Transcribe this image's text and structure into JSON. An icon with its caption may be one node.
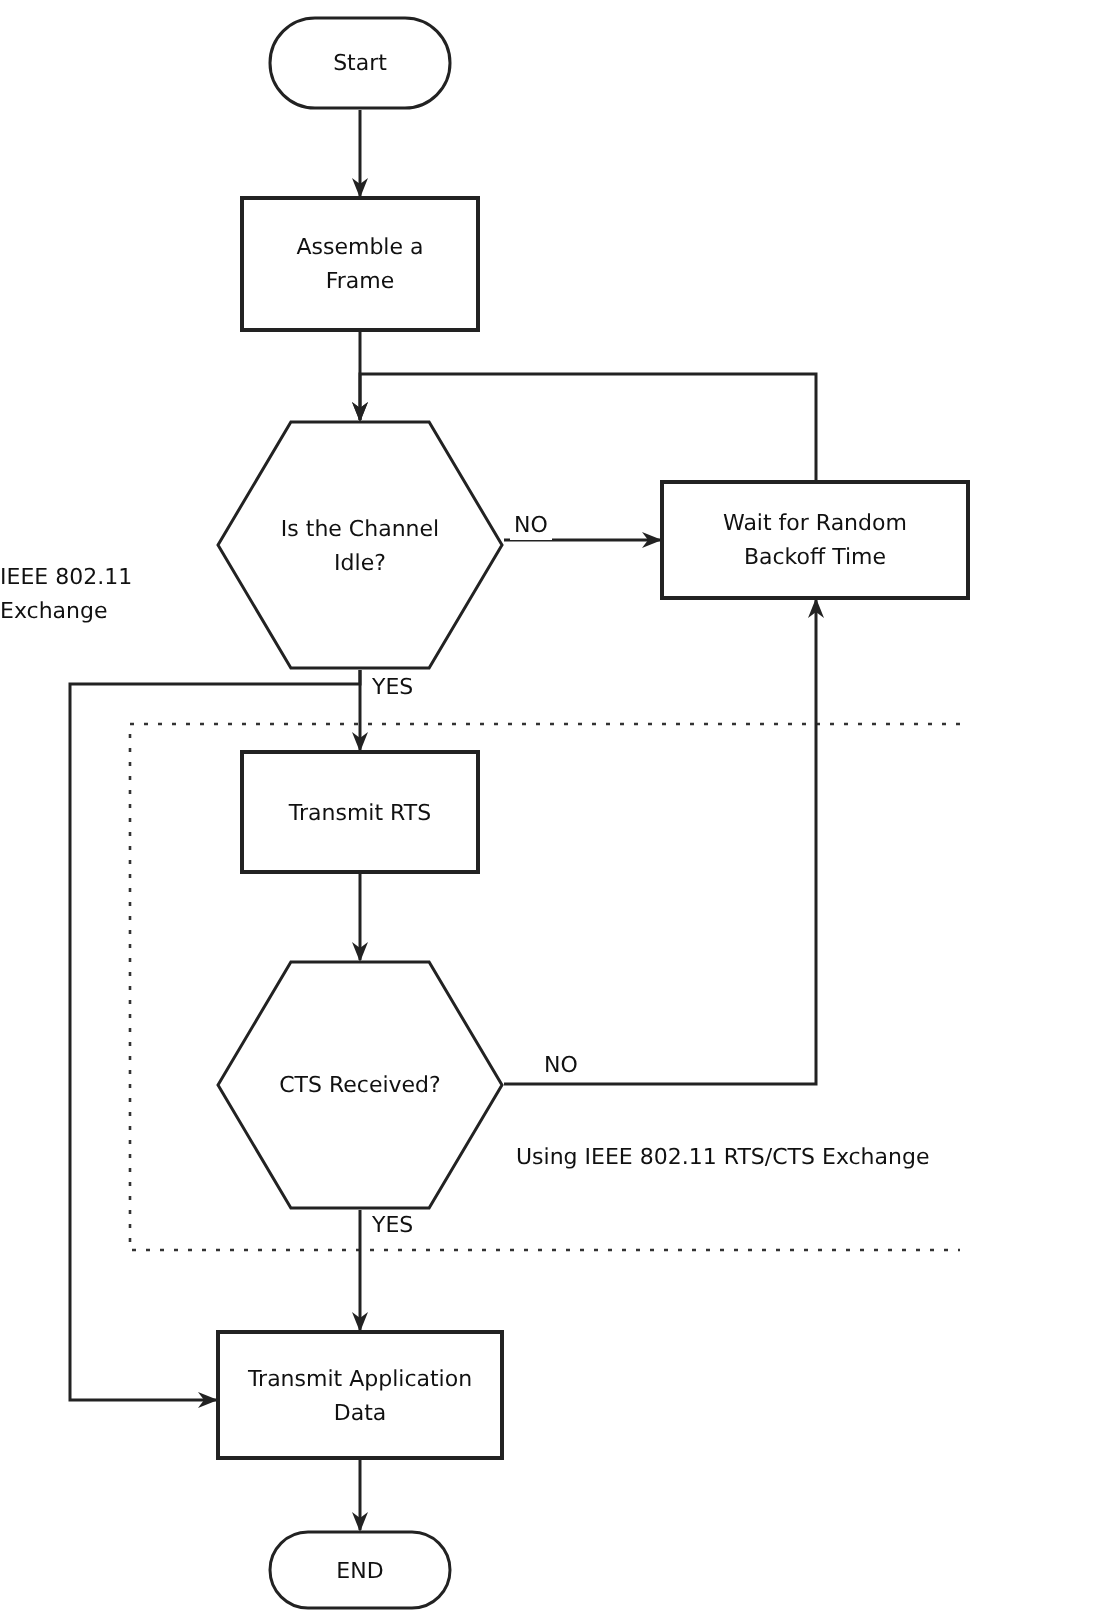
{
  "diagram": {
    "nodes": [
      {
        "text": [
          "Start"
        ]
      },
      {
        "text": [
          "Assemble a Frame"
        ]
      },
      {
        "text": [
          "Is the Channel Idle?"
        ]
      },
      {
        "text": [
          "Wait for Random Backoff Time"
        ]
      },
      {
        "text": [
          "Transmit RTS"
        ]
      },
      {
        "text": [
          "CTS Received?"
        ]
      },
      {
        "text": [
          "Transmit Application Data"
        ]
      },
      {
        "text": [
          "END"
        ]
      }
    ],
    "edges": [
      {
        "from": 0,
        "to": 1,
        "arrow": "to"
      },
      {
        "from": 1,
        "to": 2,
        "arrow": "to"
      },
      {
        "from": 2,
        "to": 3,
        "arrow": "to",
        "label": "NO"
      },
      {
        "from": 3,
        "to": 2,
        "arrow": "to"
      },
      {
        "from": 2,
        "to": 4,
        "arrow": "to",
        "label": "YES"
      },
      {
        "from": 2,
        "to": 6,
        "arrow": "to"
      },
      {
        "from": 4,
        "to": 5,
        "arrow": "to"
      },
      {
        "from": 5,
        "to": 3,
        "arrow": "to",
        "label": "NO"
      },
      {
        "from": 5,
        "to": 6,
        "arrow": "to",
        "label": "YES"
      },
      {
        "from": 6,
        "to": 7,
        "arrow": "to"
      }
    ],
    "labels": [
      "IEEE 802.11 Exchange",
      "Using IEEE 802.11 RTS/CTS Exchange"
    ]
  }
}
